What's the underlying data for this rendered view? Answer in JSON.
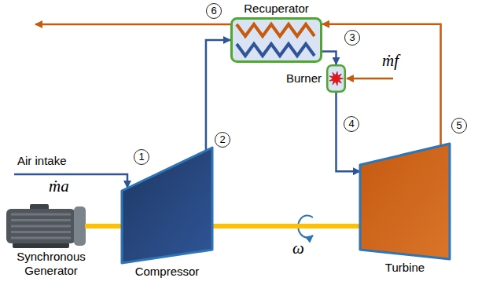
{
  "diagram": {
    "nodes": [
      {
        "text": [
          "Recuperator"
        ]
      },
      {
        "text": [
          "Burner"
        ]
      },
      {
        "text": [
          "Synchronous Generator"
        ]
      },
      {
        "text": [
          "Compressor"
        ]
      },
      {
        "text": [
          "Turbine"
        ]
      }
    ],
    "edges": [
      {
        "from": 3,
        "to": 0,
        "arrow": "to"
      },
      {
        "from": 0,
        "to": 1,
        "arrow": "to"
      },
      {
        "from": 1,
        "to": 4,
        "arrow": "to"
      },
      {
        "from": 4,
        "to": 0,
        "arrow": "to"
      },
      {
        "from": 2,
        "to": 3,
        "arrow": "none"
      },
      {
        "from": 3,
        "to": 4,
        "arrow": "none"
      }
    ],
    "labels": [
      "6",
      "3",
      "ṁf",
      "2",
      "4",
      "Air intake",
      "1",
      "5",
      "ṁa",
      "ω"
    ]
  }
}
